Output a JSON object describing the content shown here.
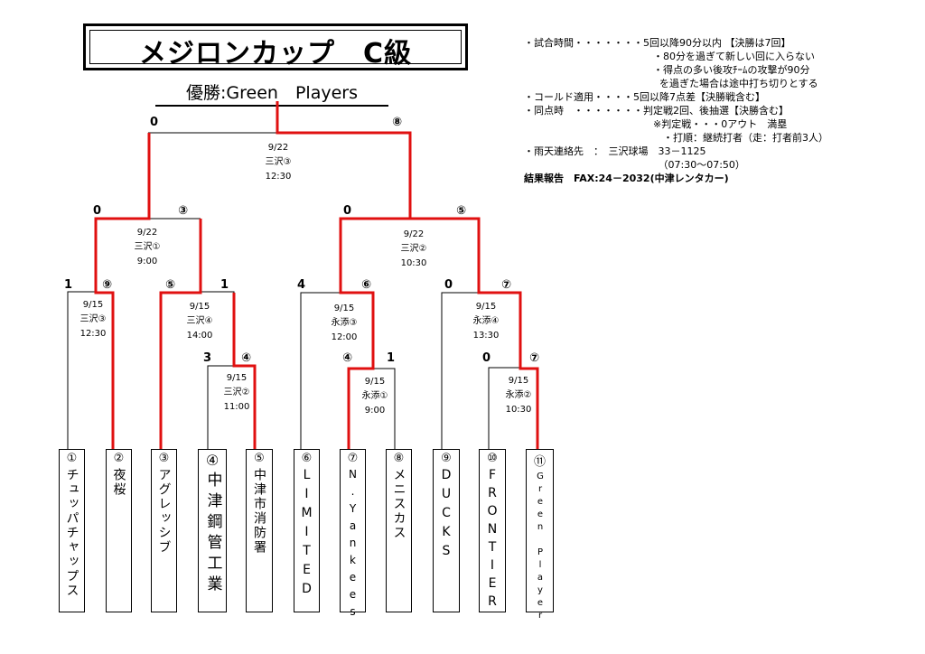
{
  "title": "メジロンカップ　C級",
  "winner": "優勝:Green　Players",
  "notes": [
    "・試合時間・・・・・・・5回以降90分以内 【決勝は7回】",
    "　　　　　　　　　　　　　・80分を過ぎて新しい回に入らない",
    "　　　　　　　　　　　　　・得点の多い後攻ﾁｰﾑの攻撃が90分",
    "　　　　　　　　　　　　　  を過ぎた場合は途中打ち切りとする",
    "・コールド適用・・・・5回以降7点差【決勝戦含む】",
    "・同点時　・・・・・・・判定戦2回、後抽選【決勝含む】",
    "　　　　　　　　　　　　　※判定戦・・・0アウト　満塁",
    "　　　　　　　　　　　　　　・打順：継続打者（走：打者前3人）",
    "・雨天連絡先　：　三沢球場　33－1125",
    "　　　　　　　　　　　　　　（07:30～07:50）"
  ],
  "report": "結果報告　FAX:24－2032(中津レンタカー)",
  "teams": [
    {
      "num": "①",
      "name": "チュッパチャップス"
    },
    {
      "num": "②",
      "name": "夜桜"
    },
    {
      "num": "③",
      "name": "アグレッシブ"
    },
    {
      "num": "④",
      "name": "中津鋼管工業"
    },
    {
      "num": "⑤",
      "name": "中津市消防署"
    },
    {
      "num": "⑥",
      "name": "LIMITED"
    },
    {
      "num": "⑦",
      "name": "N.Yankees"
    },
    {
      "num": "⑧",
      "name": "メニスカス"
    },
    {
      "num": "⑨",
      "name": "DUCKS"
    },
    {
      "num": "⑩",
      "name": "FRONTIER"
    },
    {
      "num": "⑪",
      "name": "Green Player"
    }
  ],
  "matches": [
    {
      "info": "9/15\n三沢③\n12:30",
      "left_score": "1",
      "right_score": "⑨"
    },
    {
      "info": "9/15\n三沢②\n11:00",
      "left_score": "3",
      "right_score": "④"
    },
    {
      "info": "9/15\n三沢④\n14:00",
      "left_score": "⑤",
      "right_score": "1"
    },
    {
      "info": "9/15\n永添①\n9:00",
      "left_score": "④",
      "right_score": "1"
    },
    {
      "info": "9/15\n永添③\n12:00",
      "left_score": "4",
      "right_score": "⑥"
    },
    {
      "info": "9/15\n永添②\n10:30",
      "left_score": "0",
      "right_score": "⑦"
    },
    {
      "info": "9/15\n永添④\n13:30",
      "left_score": "0",
      "right_score": "⑦"
    },
    {
      "info": "9/22\n三沢①\n9:00",
      "left_score": "0",
      "right_score": "③"
    },
    {
      "info": "9/22\n三沢②\n10:30",
      "left_score": "0",
      "right_score": "⑤"
    },
    {
      "info": "9/22\n三沢③\n12:30",
      "left_score": "0",
      "right_score": "⑧"
    }
  ],
  "colors": {
    "winner_path": "#e01010",
    "line": "#000000"
  }
}
